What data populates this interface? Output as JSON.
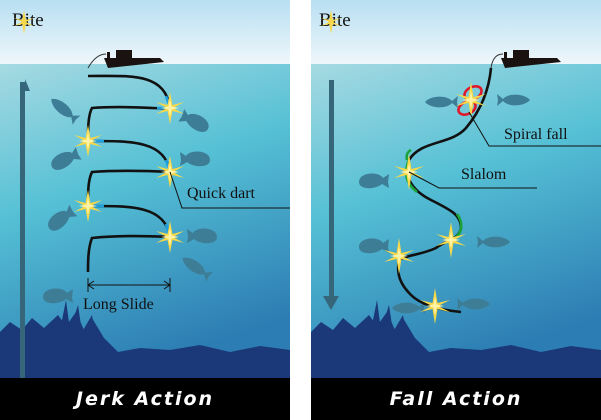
{
  "legend": {
    "icon": "bite-star-icon",
    "label": "Bite"
  },
  "panels": [
    {
      "id": "jerk",
      "title": "Jerk Action",
      "annotations": {
        "quick_dart": "Quick dart",
        "long_slide": "Long Slide"
      }
    },
    {
      "id": "fall",
      "title": "Fall Action",
      "annotations": {
        "spiral_fall": "Spiral fall",
        "slalom": "Slalom"
      }
    }
  ],
  "colors": {
    "sky_top": "#b8dff2",
    "sky_bottom": "#eaf5fb",
    "water_top": "#9fd6df",
    "water_mid": "#4fbdd3",
    "water_bottom": "#2f7fb4",
    "seabed": "#1c3a78",
    "footer_bg": "#000000",
    "bite_star": "#f5d94a",
    "spiral": "#e0182d",
    "slalom": "#1aa33a",
    "dart": "#1ea0e0",
    "line": "#111111",
    "depth_arrow": "#36667a",
    "fish": "#3e7d96"
  }
}
